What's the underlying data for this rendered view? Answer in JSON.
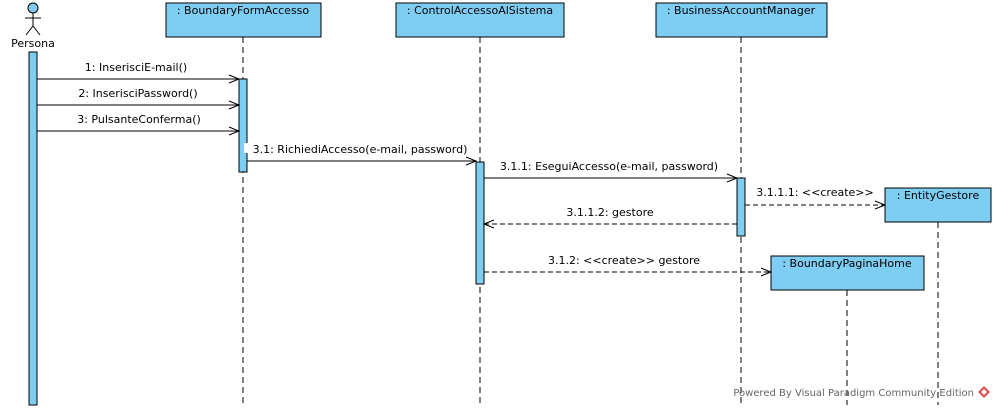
{
  "colors": {
    "lifeline_fill": "#7ecef4",
    "border": "#000000",
    "watermark_text": "#666666",
    "logo_red": "#e0504a"
  },
  "actor": {
    "name": "Persona"
  },
  "lifelines": {
    "boundary_form": ": BoundaryFormAccesso",
    "control": ": ControlAccessoAlSistema",
    "business": ": BusinessAccountManager",
    "entity_gestore": ": EntityGestore",
    "boundary_home": ": BoundaryPaginaHome"
  },
  "messages": {
    "m1": "1: InserisciE-mail()",
    "m2": "2: InserisciPassword()",
    "m3": "3: PulsanteConferma()",
    "m31": "3.1: RichiediAccesso(e-mail, password)",
    "m311": "3.1.1: EseguiAccesso(e-mail, password)",
    "m3111": "3.1.1.1: <<create>>",
    "m3112": "3.1.1.2: gestore",
    "m312": "3.1.2: <<create>> gestore"
  },
  "watermark": {
    "text": "Powered By Visual Paradigm Community Edition",
    "logo_icon": "visual-paradigm-logo-icon"
  }
}
